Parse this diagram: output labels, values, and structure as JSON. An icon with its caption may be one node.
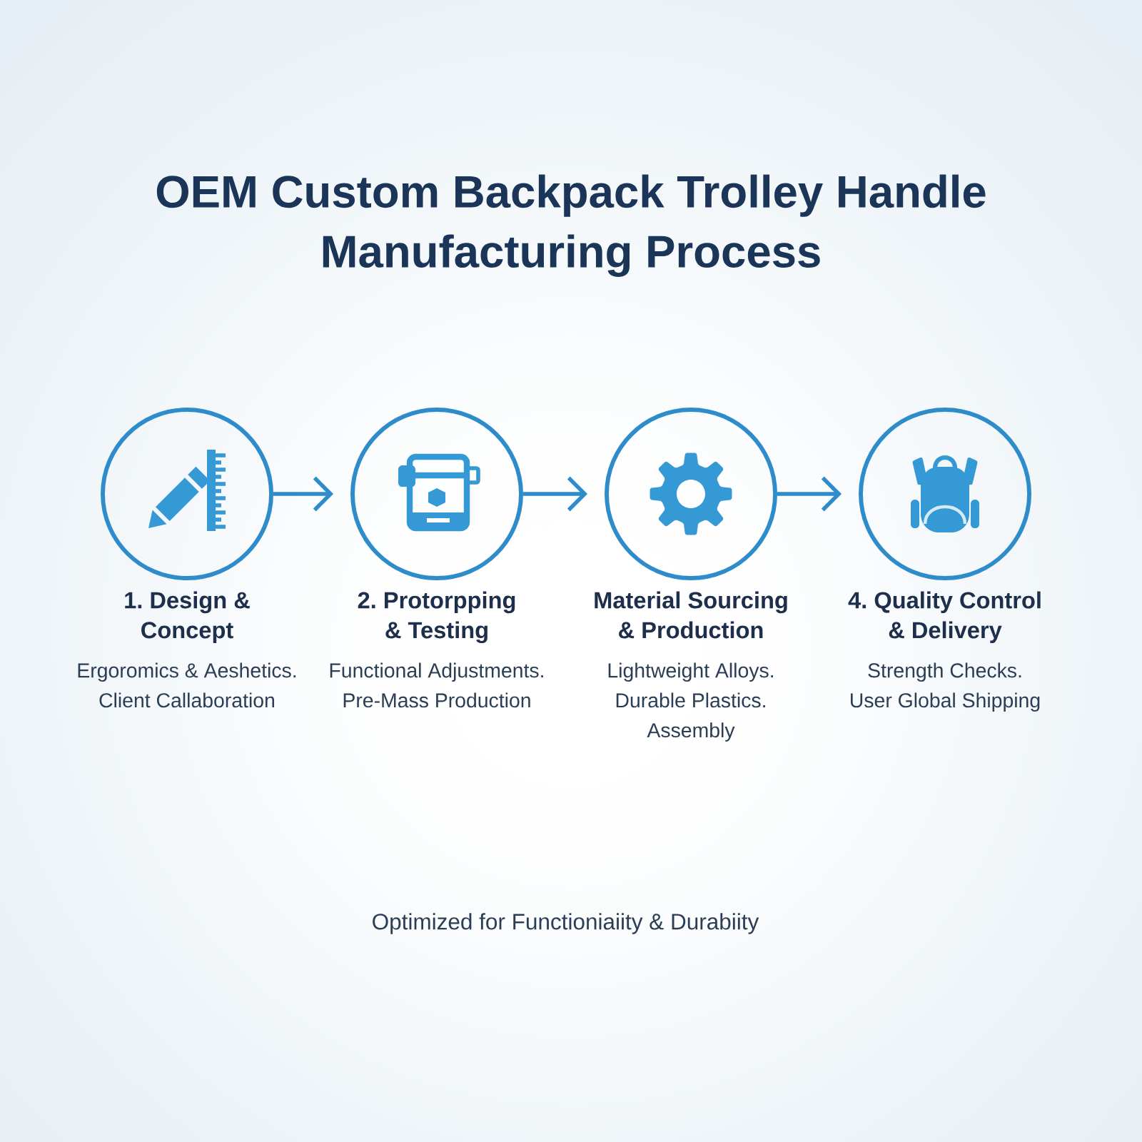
{
  "diagram": {
    "title": "OEM Custom Backpack Trolley Handle Manufacturing Process",
    "nodes": [
      {
        "text": [
          "1. Design & Concept",
          "Ergoromics & Aeshetics. Client Callaboration"
        ]
      },
      {
        "text": [
          "2. Protorpping & Testing",
          "Functional Adjustments. Pre-Mass Production"
        ]
      },
      {
        "text": [
          "Material Sourcing & Production",
          "Lightweight Alloys. Durable Plastics. Assembly"
        ]
      },
      {
        "text": [
          "4. Quality Control & Delivery",
          "Strength Checks. User Global Shipping"
        ]
      }
    ],
    "edges": [
      {
        "from": 0,
        "to": 1,
        "arrow": "to"
      },
      {
        "from": 1,
        "to": 2,
        "arrow": "to"
      },
      {
        "from": 2,
        "to": 3,
        "arrow": "to"
      }
    ],
    "caption": "Optimized for Functioniaiity & Durabiity"
  }
}
